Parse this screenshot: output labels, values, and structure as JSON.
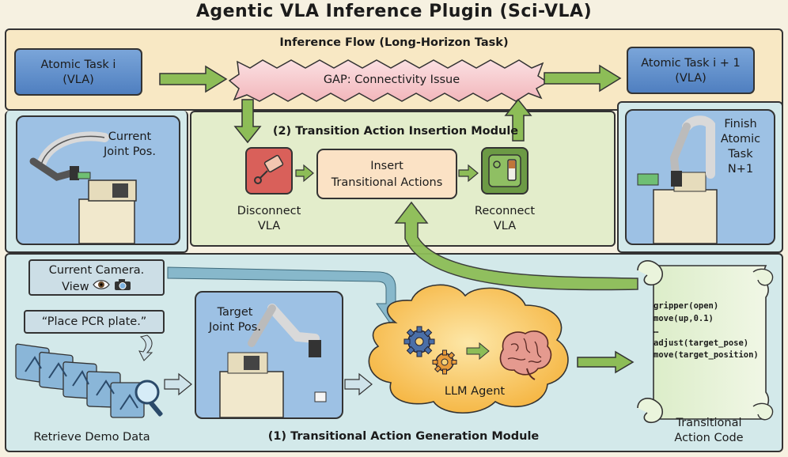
{
  "title": "Agentic VLA Inference Plugin (Sci-VLA)",
  "flow": {
    "label": "Inference Flow (Long-Horizon Task)",
    "task_i_line1": "Atomic Task i",
    "task_i_line2": "(VLA)",
    "gap": "GAP: Connectivity Issue",
    "task_next_line1": "Atomic Task i + 1",
    "task_next_line2": "(VLA)"
  },
  "insertion_module": {
    "label": "(2) Transition Action  Insertion Module",
    "disconnect_line1": "Disconnect",
    "disconnect_line2": "VLA",
    "insert_line1": "Insert",
    "insert_line2": "Transitional Actions",
    "reconnect_line1": "Reconnect",
    "reconnect_line2": "VLA"
  },
  "current_joint": {
    "line1": "Current",
    "line2": "Joint Pos."
  },
  "finish": {
    "line1": "Finish",
    "line2": "Atomic",
    "line3": "Task",
    "line4": "N+1"
  },
  "generation_module": {
    "label": "(1) Transitional Action Generation Module",
    "camera_line1": "Current Camera.",
    "camera_line2": "View",
    "instruction": "“Place PCR plate.”",
    "retrieve": "Retrieve Demo Data",
    "target_line1": "Target",
    "target_line2": "Joint Pos.",
    "llm": "LLM Agent",
    "code_lines": [
      "gripper(open)",
      "move(up,0.1)",
      "…",
      "adjust(target_pose)",
      "move(target_position)"
    ],
    "code_caption_line1": "Transitional",
    "code_caption_line2": "Action Code"
  },
  "icons": [
    "eye-icon",
    "camera-icon",
    "gear-icon",
    "brain-icon",
    "magnifier-icon",
    "robot-arm-icon",
    "disconnect-icon",
    "switch-icon",
    "scroll-icon"
  ],
  "colors": {
    "task_blue": "#6b97d1",
    "arrow_green": "#8dbd57",
    "gap_pink": "#f6c8cc",
    "cloud_orange": "#f7c25a",
    "disconnect_red": "#d9605a",
    "reconnect_green": "#6c9a45"
  }
}
